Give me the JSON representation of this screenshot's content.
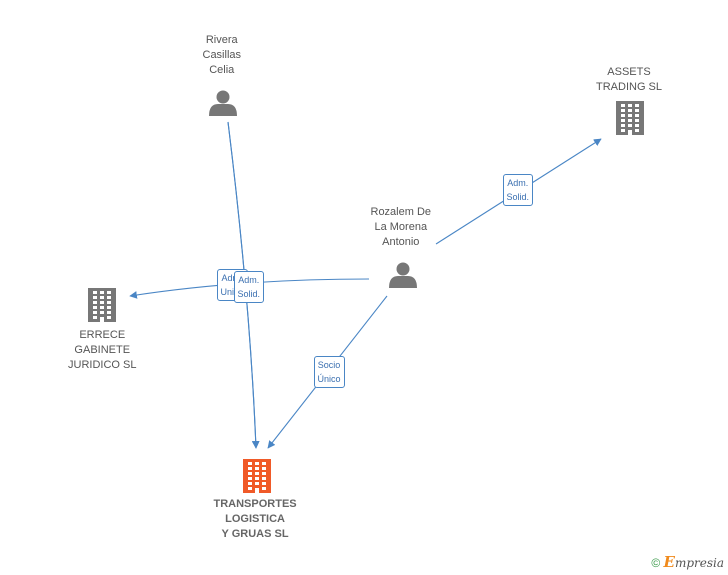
{
  "colors": {
    "edge": "#4a86c5",
    "node": "#777777",
    "highlight": "#f05a28"
  },
  "nodes": [
    {
      "id": "rivera",
      "kind": "person",
      "label": "Rivera Casillas Celia",
      "lines": [
        "Rivera",
        "Casillas",
        "Celia"
      ]
    },
    {
      "id": "rozalem",
      "kind": "person",
      "label": "Rozalem De La Morena Antonio",
      "lines": [
        "Rozalem De",
        "La Morena",
        "Antonio"
      ]
    },
    {
      "id": "assets",
      "kind": "company",
      "label": "ASSETS TRADING SL",
      "lines": [
        "ASSETS",
        "TRADING SL"
      ]
    },
    {
      "id": "errece",
      "kind": "company",
      "label": "ERRECE GABINETE JURIDICO SL",
      "lines": [
        "ERRECE",
        "GABINETE",
        "JURIDICO SL"
      ]
    },
    {
      "id": "transportes",
      "kind": "company",
      "main": true,
      "label": "TRANSPORTES LOGISTICA Y GRUAS SL",
      "lines": [
        "TRANSPORTES",
        "LOGISTICA",
        "Y GRUAS  SL"
      ]
    }
  ],
  "edges": [
    {
      "from": "rozalem",
      "to": "assets",
      "label": [
        "Adm.",
        "Solid."
      ]
    },
    {
      "from": "rivera",
      "to": "errece",
      "label": [
        "Adm.",
        "Unico"
      ]
    },
    {
      "from": "rozalem",
      "to": "errece",
      "label": [
        "Adm.",
        "Solid."
      ]
    },
    {
      "from": "rivera",
      "to": "transportes",
      "label": []
    },
    {
      "from": "rozalem",
      "to": "transportes",
      "label": [
        "Socio",
        "Único"
      ]
    }
  ],
  "footer": {
    "copyright": "©",
    "brand_initial": "E",
    "brand_rest": "mpresia"
  }
}
